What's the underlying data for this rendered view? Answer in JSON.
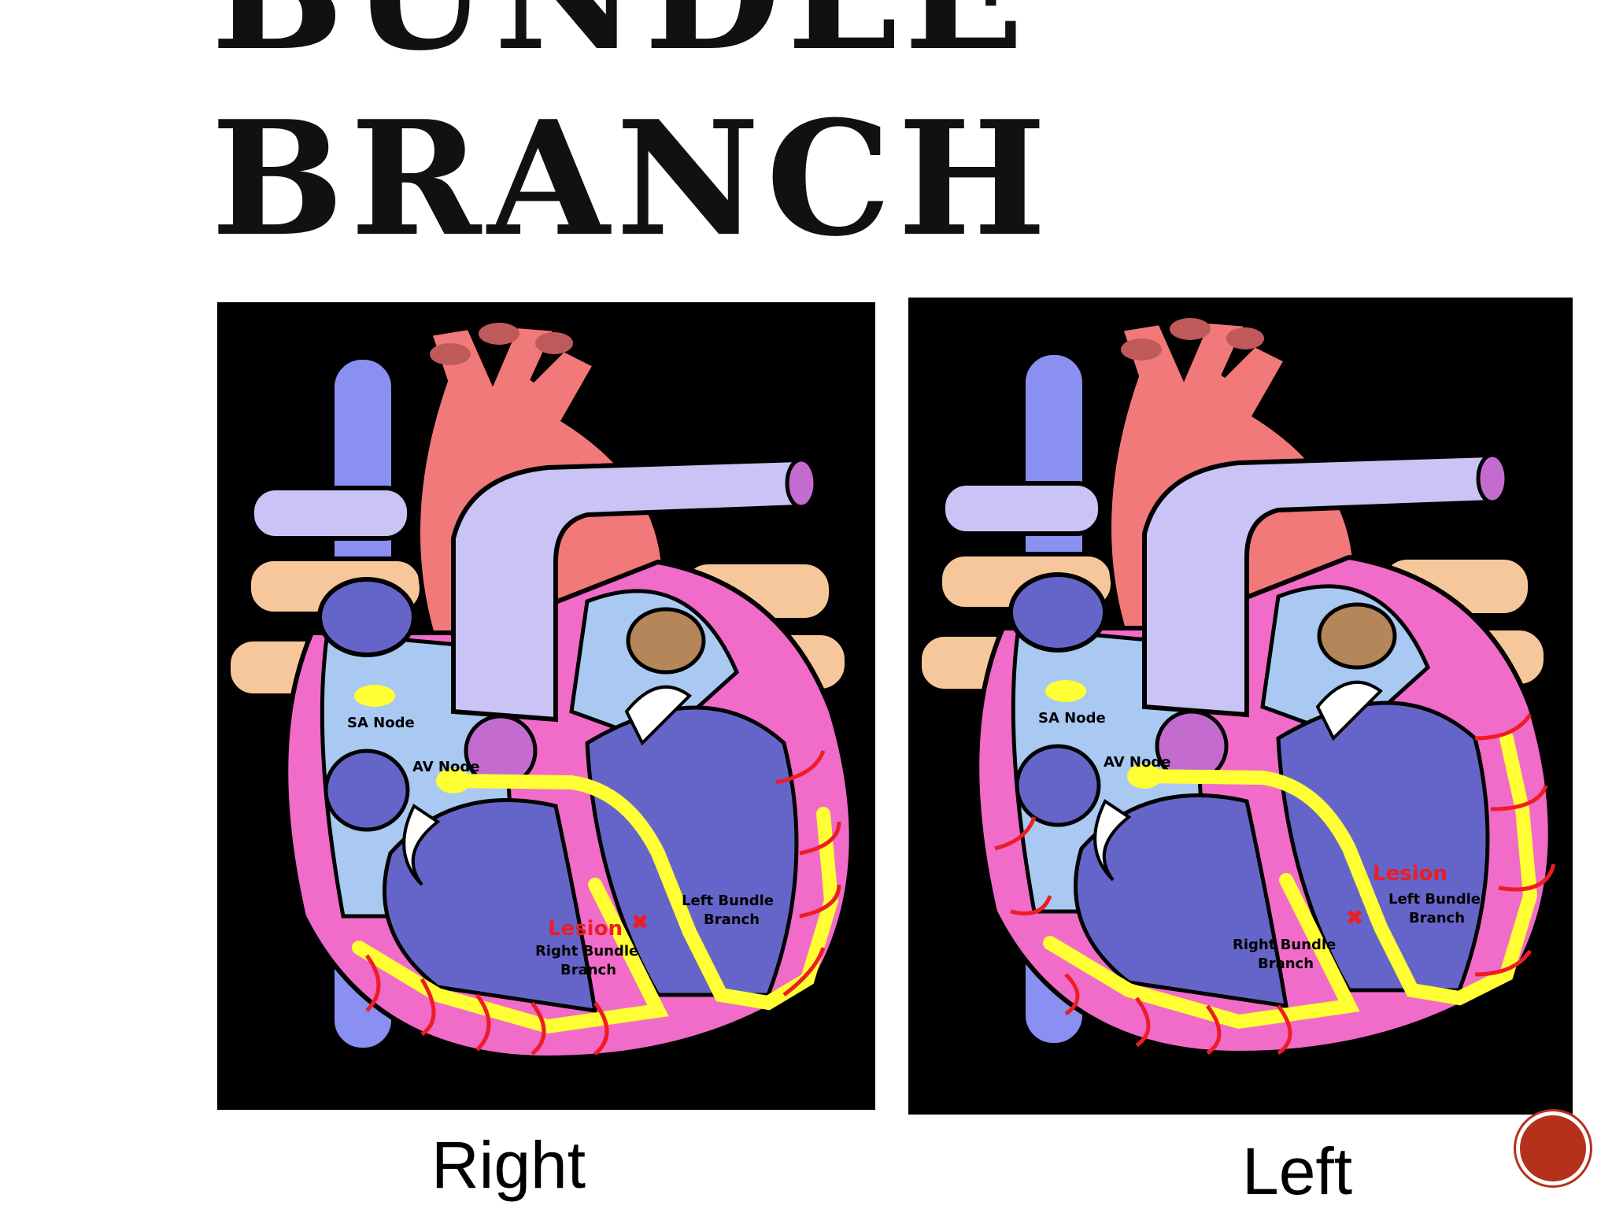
{
  "slide": {
    "title_line_1": "BUNDLE",
    "title_line_2": "BRANCH"
  },
  "panels": {
    "right": {
      "caption": "Right",
      "sa_node": "SA Node",
      "av_node": "AV Node",
      "lesion": "Lesion",
      "left_bundle_1": "Left Bundle",
      "left_bundle_2": "Branch",
      "right_bundle_1": "Right Bundle",
      "right_bundle_2": "Branch"
    },
    "left": {
      "caption": "Left",
      "sa_node": "SA Node",
      "av_node": "AV Node",
      "lesion": "Lesion",
      "left_bundle_1": "Left Bundle",
      "left_bundle_2": "Branch",
      "right_bundle_1": "Right Bundle",
      "right_bundle_2": "Branch"
    }
  },
  "colors": {
    "vein_blue": "#8a8ff2",
    "artery_red": "#f27979",
    "pulmonary_lavender": "#c9c4f5",
    "atrium_lightblue": "#a9c9f2",
    "ventricle_blue": "#6565c9",
    "myocardium_pink": "#f06cc8",
    "conduction_yellow": "#ffff33",
    "lesion_red": "#ee1c24",
    "pulmonary_vein_peach": "#f7c79c",
    "nav_red": "#b5311c"
  }
}
